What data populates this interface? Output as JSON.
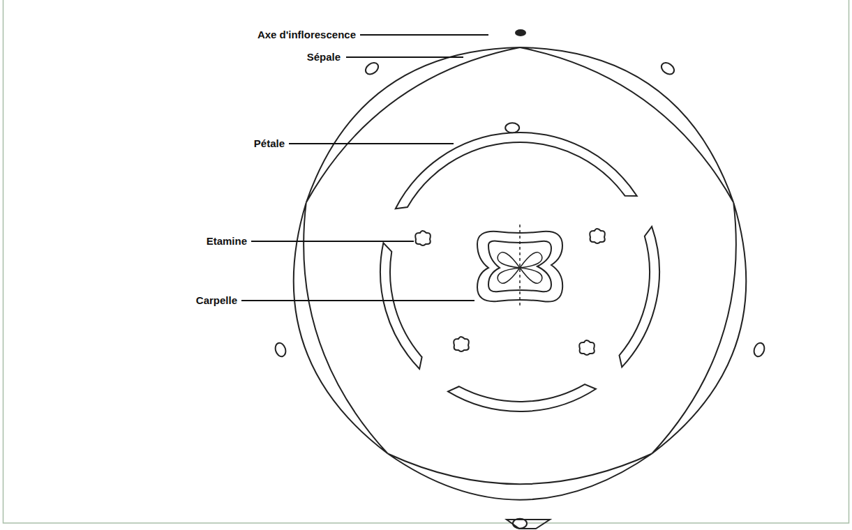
{
  "diagram": {
    "labels": [
      "Axe d'inflorescence",
      "Sépale",
      "Pétale",
      "Etamine",
      "Carpelle"
    ]
  }
}
